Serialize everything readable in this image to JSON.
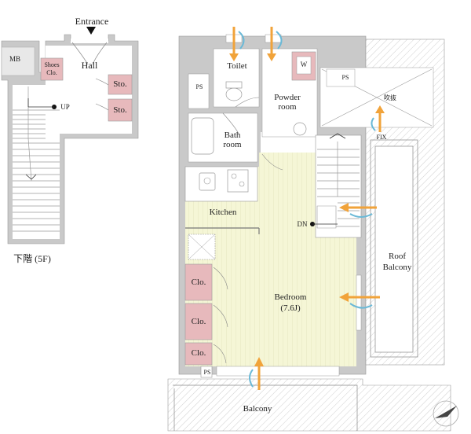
{
  "labels": {
    "entrance": "Entrance",
    "mb": "MB",
    "shoes_clo_1": "Shoes",
    "shoes_clo_2": "Clo.",
    "hall": "Hall",
    "sto_1": "Sto.",
    "sto_2": "Sto.",
    "up": "UP",
    "lower_floor": "下階 (5F)",
    "toilet": "Toilet",
    "w": "W",
    "ps": "PS",
    "powder_1": "Powder",
    "powder_2": "room",
    "bath_1": "Bath",
    "bath_2": "room",
    "fukinuke": "吹抜",
    "fix": "FIX",
    "kitchen": "Kitchen",
    "dn": "DN",
    "roof_balcony_1": "Roof",
    "roof_balcony_2": "Balcony",
    "clo": "Clo.",
    "bedroom_1": "Bedroom",
    "bedroom_2": "(7.6J)",
    "balcony": "Balcony"
  },
  "colors": {
    "wall": "#c9c9c9",
    "floor": "#f5f6d6",
    "storage": "#e7b9bc",
    "airflow_orange": "#f1a33a",
    "airflow_blue": "#6ab9d7"
  }
}
